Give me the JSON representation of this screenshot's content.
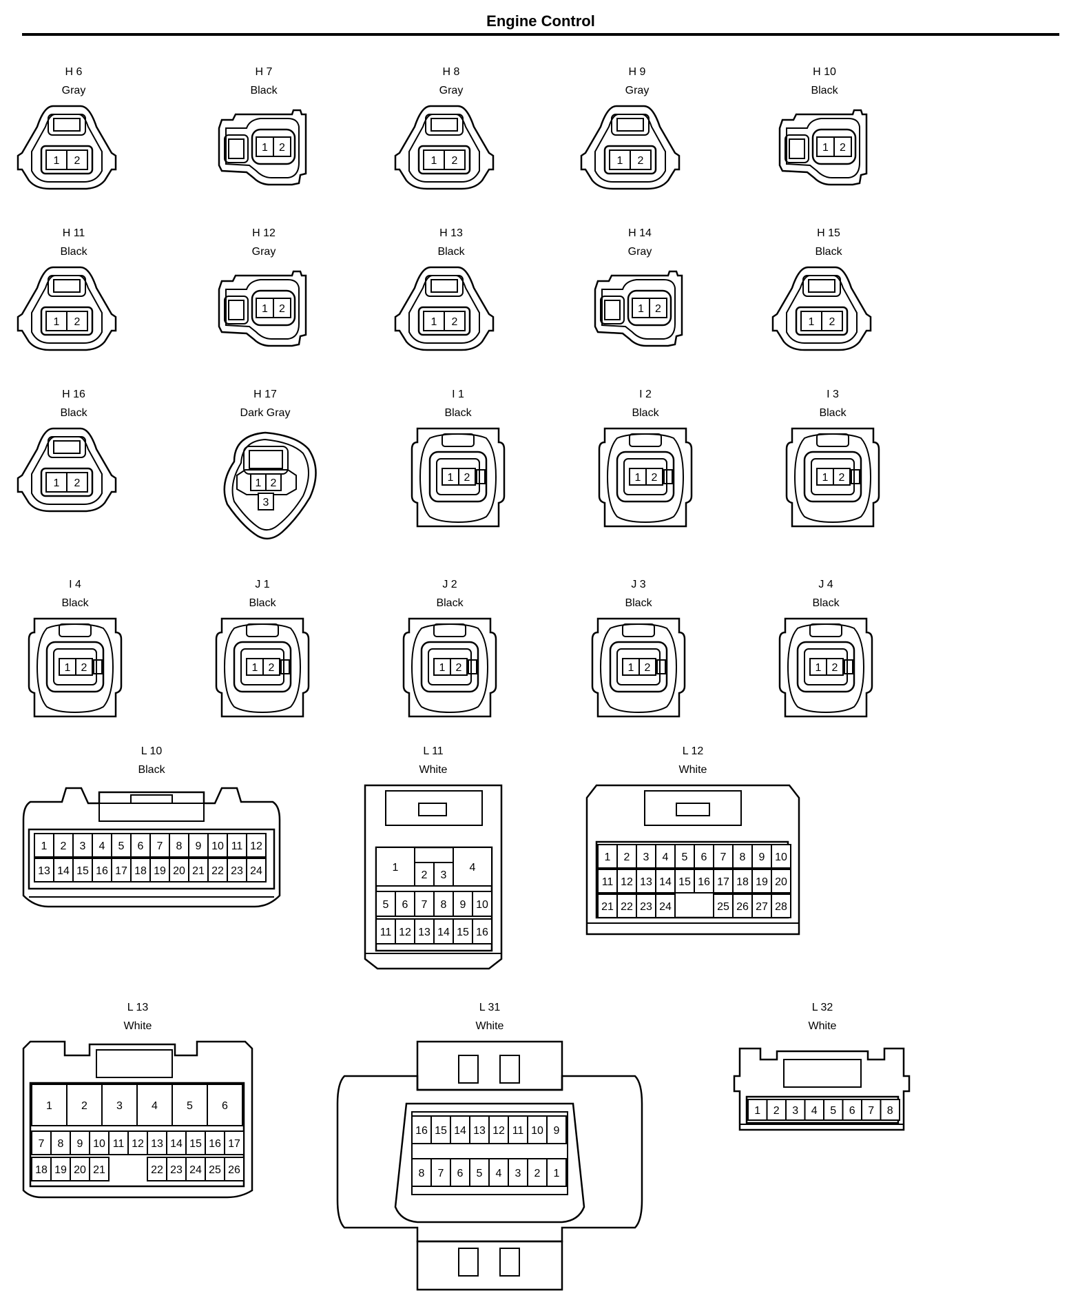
{
  "page": {
    "title": "Engine Control"
  },
  "connectors": [
    {
      "id": "H 6",
      "color": "Gray",
      "pins": [
        "1",
        "2"
      ]
    },
    {
      "id": "H 7",
      "color": "Black",
      "pins": [
        "1",
        "2"
      ]
    },
    {
      "id": "H 8",
      "color": "Gray",
      "pins": [
        "1",
        "2"
      ]
    },
    {
      "id": "H 9",
      "color": "Gray",
      "pins": [
        "1",
        "2"
      ]
    },
    {
      "id": "H 10",
      "color": "Black",
      "pins": [
        "1",
        "2"
      ]
    },
    {
      "id": "H 11",
      "color": "Black",
      "pins": [
        "1",
        "2"
      ]
    },
    {
      "id": "H 12",
      "color": "Gray",
      "pins": [
        "1",
        "2"
      ]
    },
    {
      "id": "H 13",
      "color": "Black",
      "pins": [
        "1",
        "2"
      ]
    },
    {
      "id": "H 14",
      "color": "Gray",
      "pins": [
        "1",
        "2"
      ]
    },
    {
      "id": "H 15",
      "color": "Black",
      "pins": [
        "1",
        "2"
      ]
    },
    {
      "id": "H 16",
      "color": "Black",
      "pins": [
        "1",
        "2"
      ]
    },
    {
      "id": "H 17",
      "color": "Dark Gray",
      "pins": [
        "1",
        "2",
        "3"
      ]
    },
    {
      "id": "I 1",
      "color": "Black",
      "pins": [
        "1",
        "2"
      ]
    },
    {
      "id": "I 2",
      "color": "Black",
      "pins": [
        "1",
        "2"
      ]
    },
    {
      "id": "I 3",
      "color": "Black",
      "pins": [
        "1",
        "2"
      ]
    },
    {
      "id": "I 4",
      "color": "Black",
      "pins": [
        "1",
        "2"
      ]
    },
    {
      "id": "J 1",
      "color": "Black",
      "pins": [
        "1",
        "2"
      ]
    },
    {
      "id": "J 2",
      "color": "Black",
      "pins": [
        "1",
        "2"
      ]
    },
    {
      "id": "J 3",
      "color": "Black",
      "pins": [
        "1",
        "2"
      ]
    },
    {
      "id": "J 4",
      "color": "Black",
      "pins": [
        "1",
        "2"
      ]
    },
    {
      "id": "L 10",
      "color": "Black",
      "pin_rows": [
        [
          "1",
          "2",
          "3",
          "4",
          "5",
          "6",
          "7",
          "8",
          "9",
          "10",
          "11",
          "12"
        ],
        [
          "13",
          "14",
          "15",
          "16",
          "17",
          "18",
          "19",
          "20",
          "21",
          "22",
          "23",
          "24"
        ]
      ]
    },
    {
      "id": "L 11",
      "color": "White",
      "pin_rows": [
        [
          "1",
          "2",
          "3",
          "4"
        ],
        [
          "5",
          "6",
          "7",
          "8",
          "9",
          "10"
        ],
        [
          "11",
          "12",
          "13",
          "14",
          "15",
          "16"
        ]
      ]
    },
    {
      "id": "L 12",
      "color": "White",
      "pin_rows": [
        [
          "1",
          "2",
          "3",
          "4",
          "5",
          "6",
          "7",
          "8",
          "9",
          "10"
        ],
        [
          "11",
          "12",
          "13",
          "14",
          "15",
          "16",
          "17",
          "18",
          "19",
          "20"
        ],
        [
          "21",
          "22",
          "23",
          "24",
          "25",
          "26",
          "27",
          "28"
        ]
      ]
    },
    {
      "id": "L 13",
      "color": "White",
      "pin_rows": [
        [
          "1",
          "2",
          "3",
          "4",
          "5",
          "6"
        ],
        [
          "7",
          "8",
          "9",
          "10",
          "11",
          "12",
          "13",
          "14",
          "15",
          "16",
          "17"
        ],
        [
          "18",
          "19",
          "20",
          "21",
          "22",
          "23",
          "24",
          "25",
          "26"
        ]
      ]
    },
    {
      "id": "L 31",
      "color": "White",
      "pin_rows": [
        [
          "16",
          "15",
          "14",
          "13",
          "12",
          "11",
          "10",
          "9"
        ],
        [
          "8",
          "7",
          "6",
          "5",
          "4",
          "3",
          "2",
          "1"
        ]
      ]
    },
    {
      "id": "L 32",
      "color": "White",
      "pin_rows": [
        [
          "1",
          "2",
          "3",
          "4",
          "5",
          "6",
          "7",
          "8"
        ]
      ]
    }
  ]
}
